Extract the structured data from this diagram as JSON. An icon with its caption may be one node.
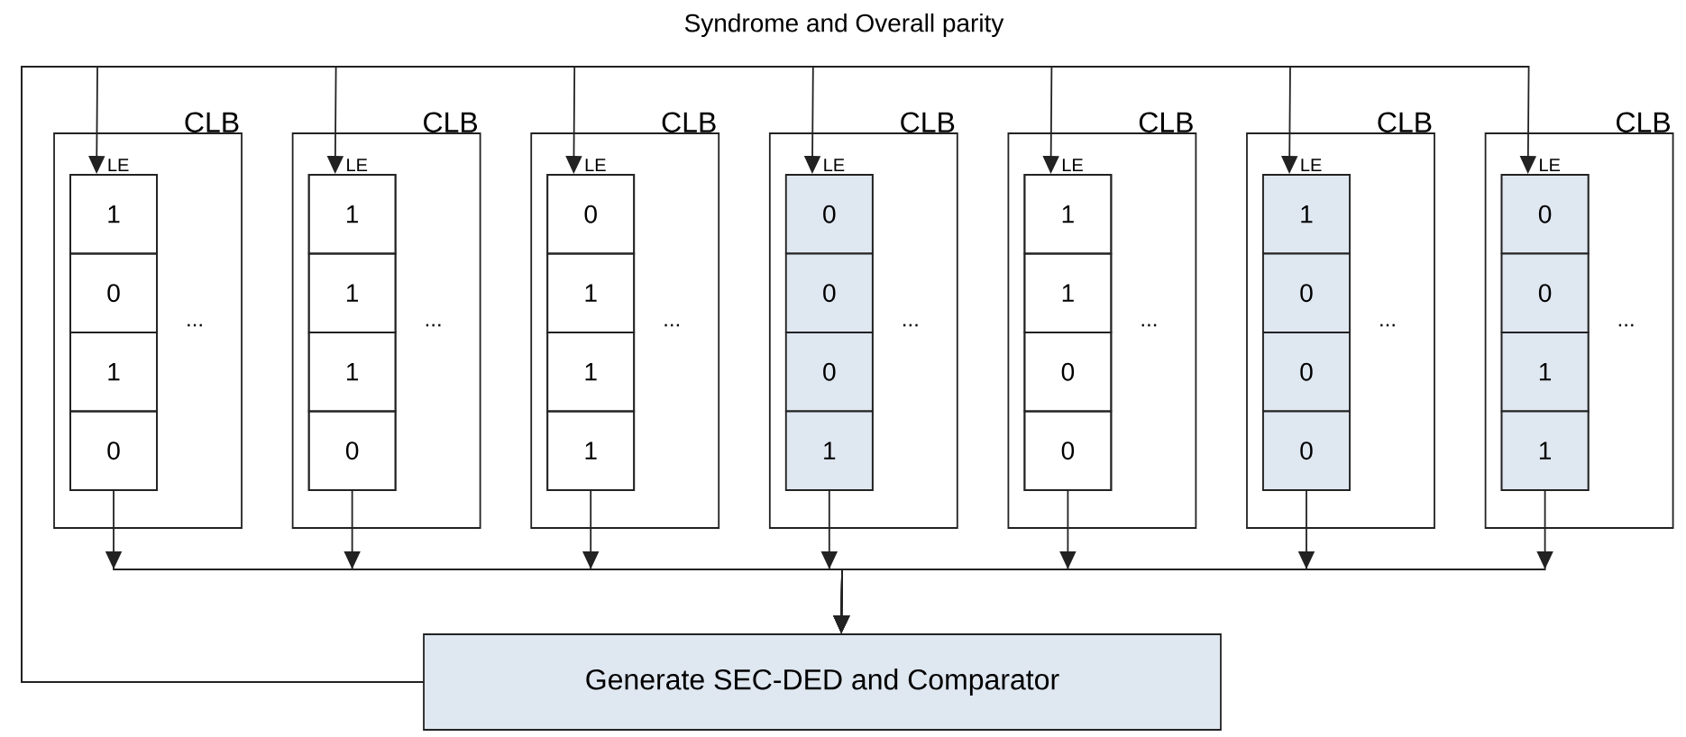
{
  "diagram": {
    "nodes": [
      {
        "text": [
          "CLB"
        ]
      },
      {
        "text": [
          "LE"
        ],
        "in": 0,
        "beside": [
          "..."
        ]
      },
      {
        "text": [
          "1"
        ],
        "in": 1
      },
      {
        "text": [
          "0"
        ],
        "in": 1
      },
      {
        "text": [
          "1"
        ],
        "in": 1
      },
      {
        "text": [
          "0"
        ],
        "in": 1
      },
      {
        "text": [
          "CLB"
        ]
      },
      {
        "text": [
          "LE"
        ],
        "in": 6,
        "beside": [
          "..."
        ]
      },
      {
        "text": [
          "1"
        ],
        "in": 7
      },
      {
        "text": [
          "1"
        ],
        "in": 7
      },
      {
        "text": [
          "1"
        ],
        "in": 7
      },
      {
        "text": [
          "0"
        ],
        "in": 7
      },
      {
        "text": [
          "CLB"
        ]
      },
      {
        "text": [
          "LE"
        ],
        "in": 12,
        "beside": [
          "..."
        ]
      },
      {
        "text": [
          "0"
        ],
        "in": 13
      },
      {
        "text": [
          "1"
        ],
        "in": 13
      },
      {
        "text": [
          "1"
        ],
        "in": 13
      },
      {
        "text": [
          "1"
        ],
        "in": 13
      },
      {
        "text": [
          "CLB"
        ]
      },
      {
        "text": [
          "LE"
        ],
        "in": 18,
        "beside": [
          "..."
        ]
      },
      {
        "text": [
          "0"
        ],
        "in": 19
      },
      {
        "text": [
          "0"
        ],
        "in": 19
      },
      {
        "text": [
          "0"
        ],
        "in": 19
      },
      {
        "text": [
          "1"
        ],
        "in": 19
      },
      {
        "text": [
          "CLB"
        ]
      },
      {
        "text": [
          "LE"
        ],
        "in": 24,
        "beside": [
          "..."
        ]
      },
      {
        "text": [
          "1"
        ],
        "in": 25
      },
      {
        "text": [
          "1"
        ],
        "in": 25
      },
      {
        "text": [
          "0"
        ],
        "in": 25
      },
      {
        "text": [
          "0"
        ],
        "in": 25
      },
      {
        "text": [
          "CLB"
        ]
      },
      {
        "text": [
          "LE"
        ],
        "in": 30,
        "beside": [
          "..."
        ]
      },
      {
        "text": [
          "1"
        ],
        "in": 31
      },
      {
        "text": [
          "0"
        ],
        "in": 31
      },
      {
        "text": [
          "0"
        ],
        "in": 31
      },
      {
        "text": [
          "0"
        ],
        "in": 31
      },
      {
        "text": [
          "CLB"
        ]
      },
      {
        "text": [
          "LE"
        ],
        "in": 36,
        "beside": [
          "..."
        ]
      },
      {
        "text": [
          "0"
        ],
        "in": 37
      },
      {
        "text": [
          "0"
        ],
        "in": 37
      },
      {
        "text": [
          "1"
        ],
        "in": 37
      },
      {
        "text": [
          "1"
        ],
        "in": 37
      },
      {
        "text": [
          "Generate SEC-DED and Comparator"
        ]
      }
    ],
    "edges": [
      {
        "from": 42,
        "to": 1,
        "arrow": "to"
      },
      {
        "from": 42,
        "to": 7,
        "arrow": "to"
      },
      {
        "from": 42,
        "to": 13,
        "arrow": "to"
      },
      {
        "from": 42,
        "to": 19,
        "arrow": "to"
      },
      {
        "from": 42,
        "to": 25,
        "arrow": "to"
      },
      {
        "from": 42,
        "to": 31,
        "arrow": "to"
      },
      {
        "from": 42,
        "to": 37,
        "arrow": "to"
      },
      {
        "from": 1,
        "to": 42,
        "arrow": "to"
      },
      {
        "from": 7,
        "to": 42,
        "arrow": "to"
      },
      {
        "from": 13,
        "to": 42,
        "arrow": "to"
      },
      {
        "from": 19,
        "to": 42,
        "arrow": "to"
      },
      {
        "from": 25,
        "to": 42,
        "arrow": "to"
      },
      {
        "from": 31,
        "to": 42,
        "arrow": "to"
      },
      {
        "from": 37,
        "to": 42,
        "arrow": "to"
      }
    ],
    "labels": [
      "Syndrome and Overall parity"
    ]
  }
}
